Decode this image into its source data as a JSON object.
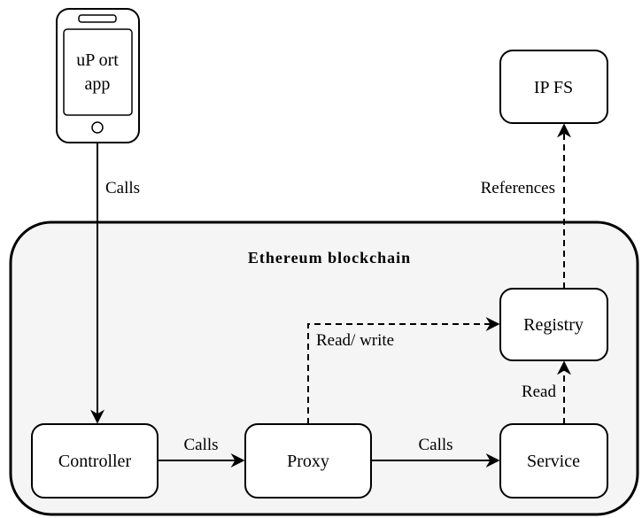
{
  "phone": {
    "label_line1": "uP ort",
    "label_line2": "app"
  },
  "container": {
    "title": "Ethereum blockchain"
  },
  "nodes": {
    "ipfs": "IP FS",
    "registry": "Registry",
    "controller": "Controller",
    "proxy": "Proxy",
    "service": "Service"
  },
  "edges": {
    "app_to_controller": "Calls",
    "controller_to_proxy": "Calls",
    "proxy_to_service": "Calls",
    "proxy_to_registry": "Read/ write",
    "service_to_registry": "Read",
    "registry_to_ipfs": "References"
  },
  "colors": {
    "stroke": "#000000",
    "container_fill": "#f5f5f5",
    "node_fill": "#ffffff"
  }
}
